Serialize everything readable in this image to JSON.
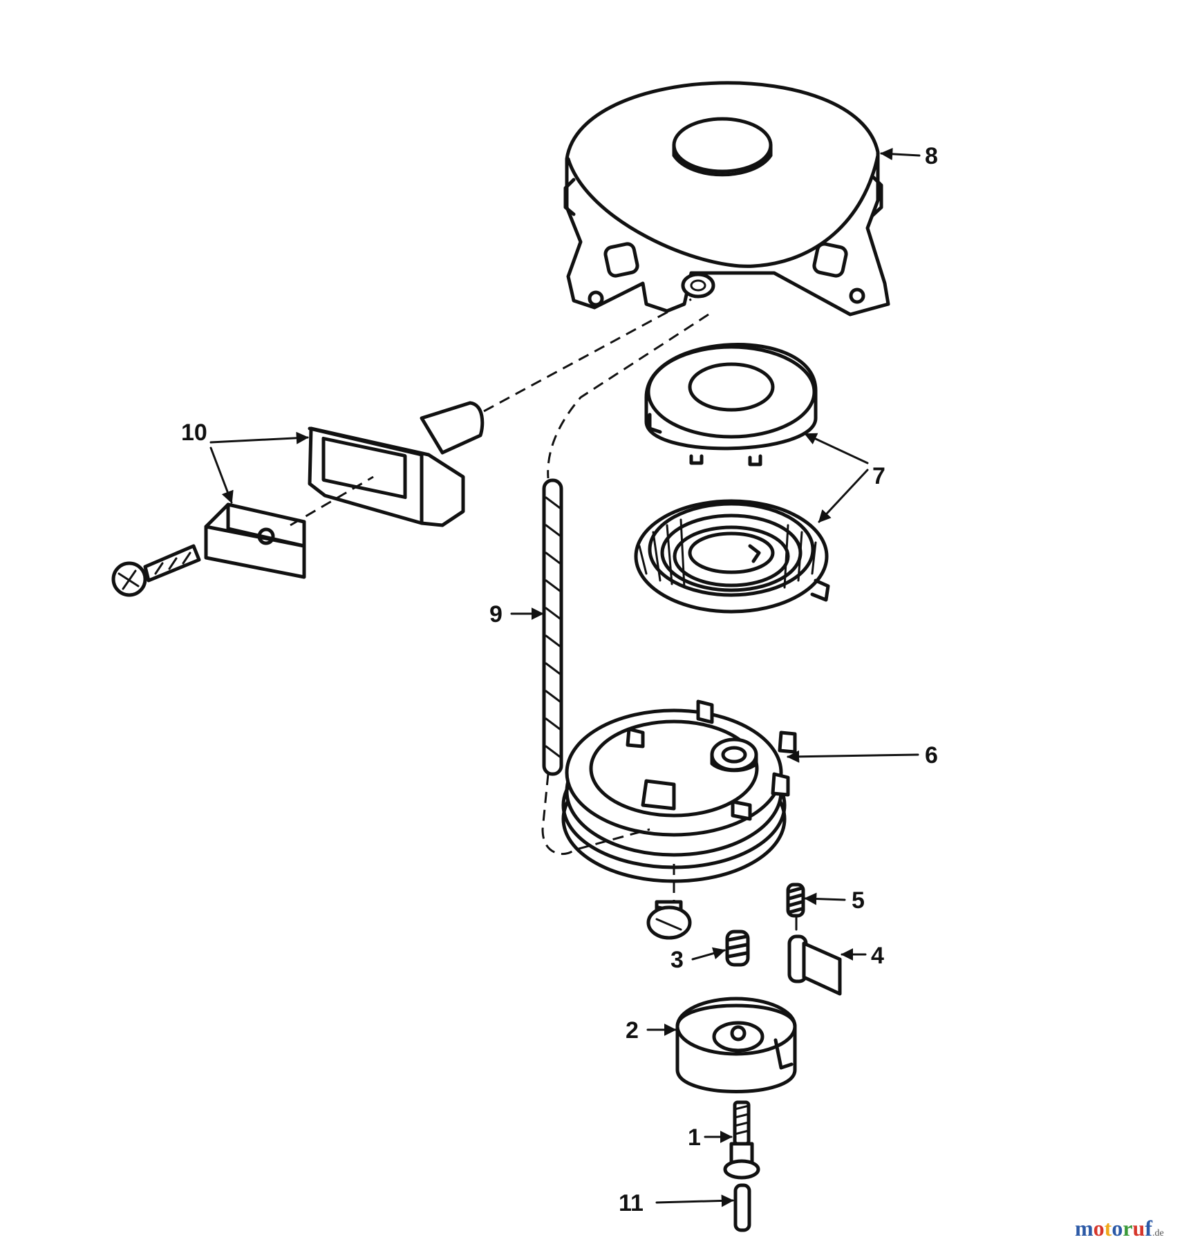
{
  "callouts": {
    "c1": "1",
    "c2": "2",
    "c3": "3",
    "c4": "4",
    "c5": "5",
    "c6": "6",
    "c7": "7",
    "c8": "8",
    "c9": "9",
    "c10": "10",
    "c11": "11"
  },
  "watermark": {
    "letters": [
      "m",
      "o",
      "t",
      "o",
      "r",
      "u",
      "f"
    ],
    "letter_colors": [
      "#2b59a6",
      "#d6362b",
      "#f0a81a",
      "#2b59a6",
      "#3a9a3a",
      "#d6362b",
      "#2b59a6"
    ],
    "suffix": ".de",
    "suffix_color": "#555555"
  }
}
